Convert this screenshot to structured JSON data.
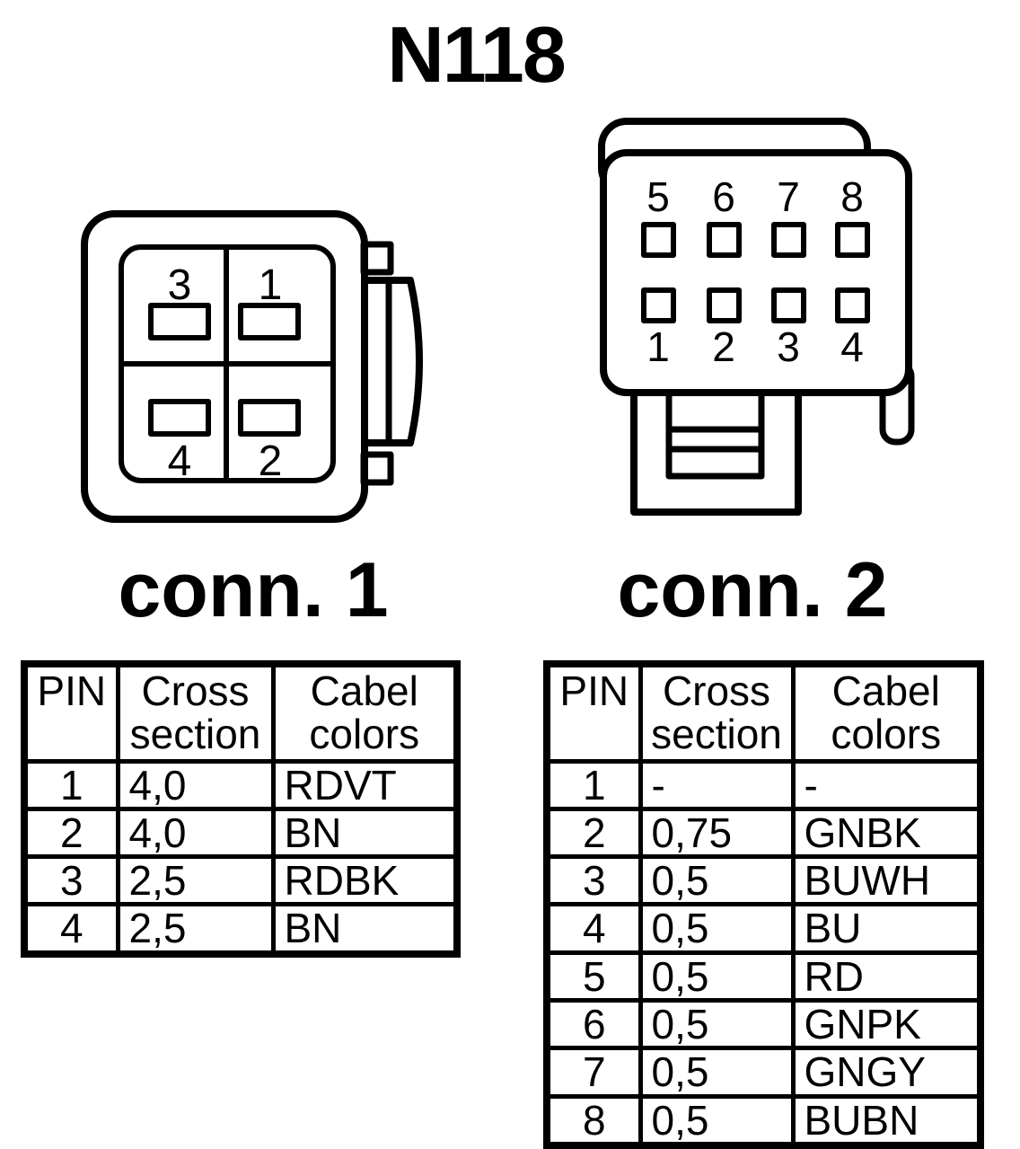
{
  "title": "N118",
  "connector1": {
    "label": "conn. 1",
    "pin_numbers": {
      "top_left": "3",
      "top_right": "1",
      "bottom_left": "4",
      "bottom_right": "2"
    }
  },
  "connector2": {
    "label": "conn. 2",
    "top_pin_numbers": [
      "5",
      "6",
      "7",
      "8"
    ],
    "bottom_pin_numbers": [
      "1",
      "2",
      "3",
      "4"
    ]
  },
  "table1": {
    "headers": [
      "PIN",
      "Cross section",
      "Cabel colors"
    ],
    "rows": [
      [
        "1",
        "4,0",
        "RDVT"
      ],
      [
        "2",
        "4,0",
        "BN"
      ],
      [
        "3",
        "2,5",
        "RDBK"
      ],
      [
        "4",
        "2,5",
        "BN"
      ]
    ]
  },
  "table2": {
    "headers": [
      "PIN",
      "Cross section",
      "Cabel colors"
    ],
    "rows": [
      [
        "1",
        "-",
        "-"
      ],
      [
        "2",
        "0,75",
        "GNBK"
      ],
      [
        "3",
        "0,5",
        "BUWH"
      ],
      [
        "4",
        "0,5",
        "BU"
      ],
      [
        "5",
        "0,5",
        "RD"
      ],
      [
        "6",
        "0,5",
        "GNPK"
      ],
      [
        "7",
        "0,5",
        "GNGY"
      ],
      [
        "8",
        "0,5",
        "BUBN"
      ]
    ]
  },
  "colors": {
    "line": "#000000",
    "background": "#ffffff"
  }
}
